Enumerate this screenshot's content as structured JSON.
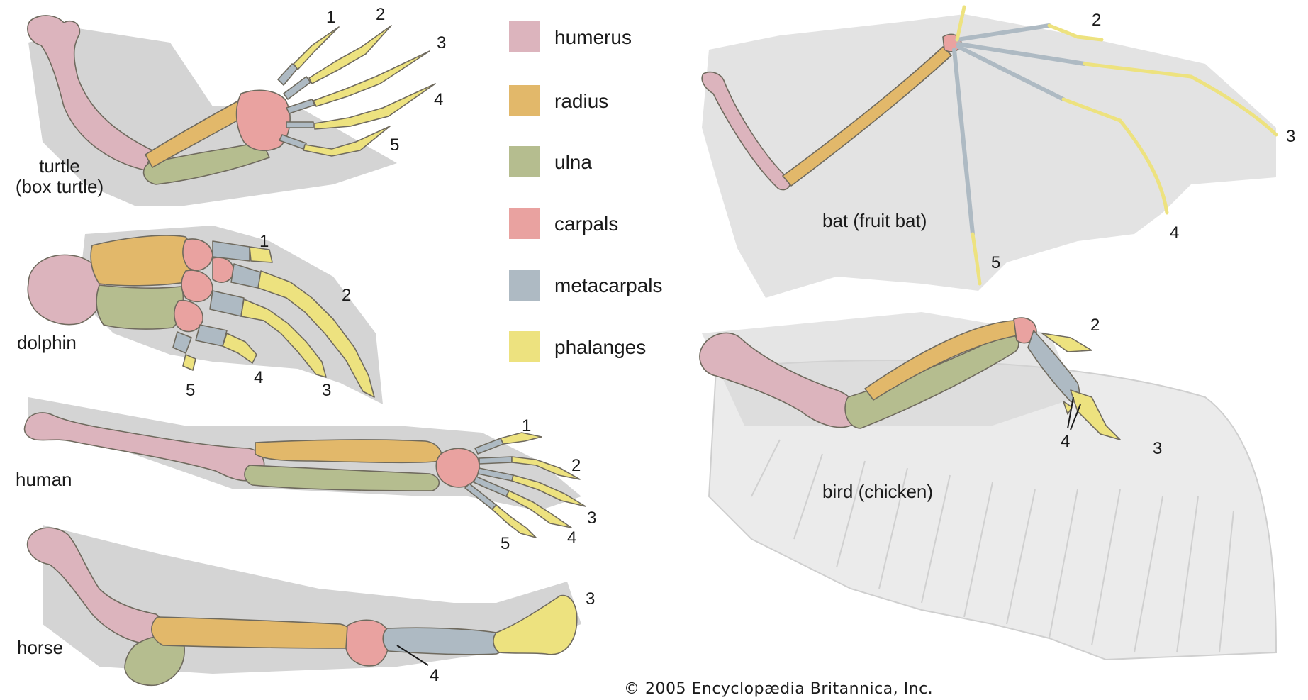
{
  "legend": {
    "items": [
      {
        "label": "humerus",
        "color": "#dcb4bd"
      },
      {
        "label": "radius",
        "color": "#e2b86a"
      },
      {
        "label": "ulna",
        "color": "#b5bd8f"
      },
      {
        "label": "carpals",
        "color": "#e9a2a0"
      },
      {
        "label": "metacarpals",
        "color": "#aebac3"
      },
      {
        "label": "phalanges",
        "color": "#ede27f"
      }
    ]
  },
  "animals": {
    "turtle": {
      "name_line1": "turtle",
      "name_line2": "(box turtle)",
      "digits": [
        "1",
        "2",
        "3",
        "4",
        "5"
      ]
    },
    "dolphin": {
      "name": "dolphin",
      "digits": [
        "1",
        "2",
        "3",
        "4",
        "5"
      ]
    },
    "human": {
      "name": "human",
      "digits": [
        "1",
        "2",
        "3",
        "4",
        "5"
      ]
    },
    "horse": {
      "name": "horse",
      "digits": [
        "3",
        "4"
      ]
    },
    "bat": {
      "name": "bat (fruit bat)",
      "digits": [
        "2",
        "3",
        "4",
        "5"
      ]
    },
    "bird": {
      "name": "bird (chicken)",
      "digits": [
        "2",
        "3",
        "4"
      ]
    }
  },
  "credit": "© 2005 Encyclopædia Britannica, Inc."
}
